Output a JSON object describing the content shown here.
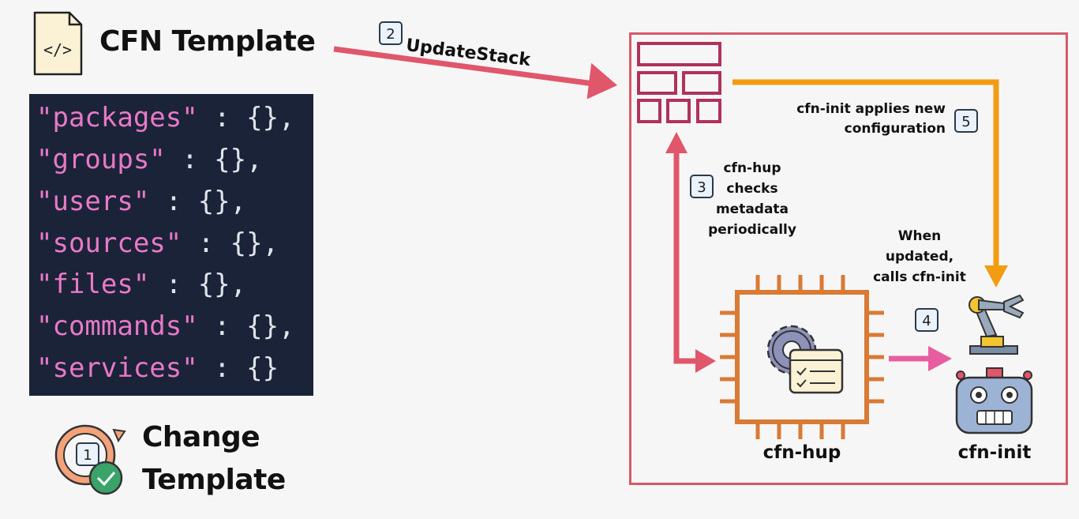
{
  "header": {
    "title": "CFN Template"
  },
  "code": {
    "lines": [
      {
        "key": "\"packages\"",
        "rest": " : {},"
      },
      {
        "key": "\"groups\"",
        "rest": " : {},"
      },
      {
        "key": "\"users\"",
        "rest": " : {},"
      },
      {
        "key": "\"sources\"",
        "rest": " : {},"
      },
      {
        "key": "\"files\"",
        "rest": " : {},"
      },
      {
        "key": "\"commands\"",
        "rest": " : {},"
      },
      {
        "key": "\"services\"",
        "rest": " : {}"
      }
    ]
  },
  "change": {
    "line1": "Change",
    "line2": "Template"
  },
  "steps": {
    "s1": "1",
    "s2": "2",
    "s2_label": "UpdateStack",
    "s3": "3",
    "s3_label": [
      "cfn-hup",
      "checks",
      "metadata",
      "periodically"
    ],
    "s4": "4",
    "s4_label": [
      "When",
      "updated,",
      "calls cfn-init"
    ],
    "s5": "5",
    "s5_label": [
      "cfn-init applies new",
      "configuration"
    ]
  },
  "nodes": {
    "hup": "cfn-hup",
    "init": "cfn-init"
  },
  "colors": {
    "red_arrow": "#e0566b",
    "orange_arrow": "#f39c12",
    "pink_arrow": "#e85d9f",
    "frame": "#d75a69",
    "chip": "#d97a35"
  },
  "icons": [
    "code-file-icon",
    "refresh-check-icon",
    "stack-grid-icon",
    "chip-gear-icon",
    "robot-arm-icon",
    "robot-icon"
  ]
}
